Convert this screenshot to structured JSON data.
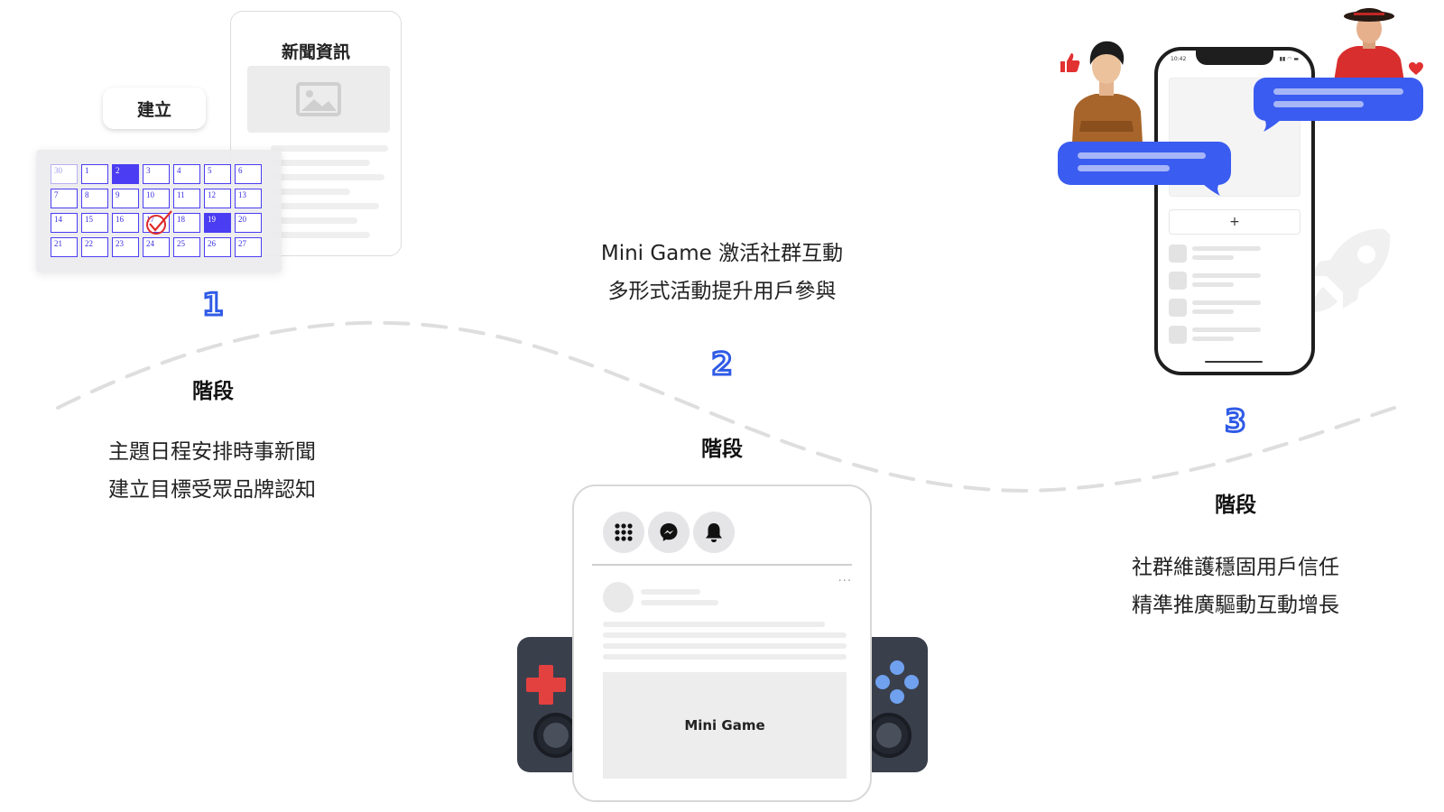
{
  "stage1": {
    "number": "1",
    "label": "階段",
    "desc_line1": "主題日程安排時事新聞",
    "desc_line2": "建立目標受眾品牌認知",
    "news_title": "新聞資訊",
    "create_label": "建立",
    "calendar_days": [
      "30",
      "1",
      "2",
      "3",
      "4",
      "5",
      "6",
      "7",
      "8",
      "9",
      "10",
      "11",
      "12",
      "13",
      "14",
      "15",
      "16",
      "17",
      "18",
      "19",
      "20",
      "21",
      "22",
      "23",
      "24",
      "25",
      "26",
      "27"
    ],
    "calendar_highlighted": [
      "2",
      "19"
    ],
    "calendar_checked": "17",
    "calendar_muted": [
      "30"
    ]
  },
  "stage2": {
    "number": "2",
    "label": "階段",
    "desc_line1": "Mini Game 激活社群互動",
    "desc_line2": "多形式活動提升用戶參與",
    "panel_label": "Mini Game",
    "more_dots": "···"
  },
  "stage3": {
    "number": "3",
    "label": "階段",
    "desc_line1": "社群維護穩固用戶信任",
    "desc_line2": "精準推廣驅動互動增長",
    "phone_time": "10:42",
    "phone_plus": "+"
  },
  "colors": {
    "accent_blue": "#2f5be6",
    "calendar_purple": "#4b3df2",
    "bubble_blue": "#3a5cf0",
    "dpad_red": "#e34040"
  }
}
